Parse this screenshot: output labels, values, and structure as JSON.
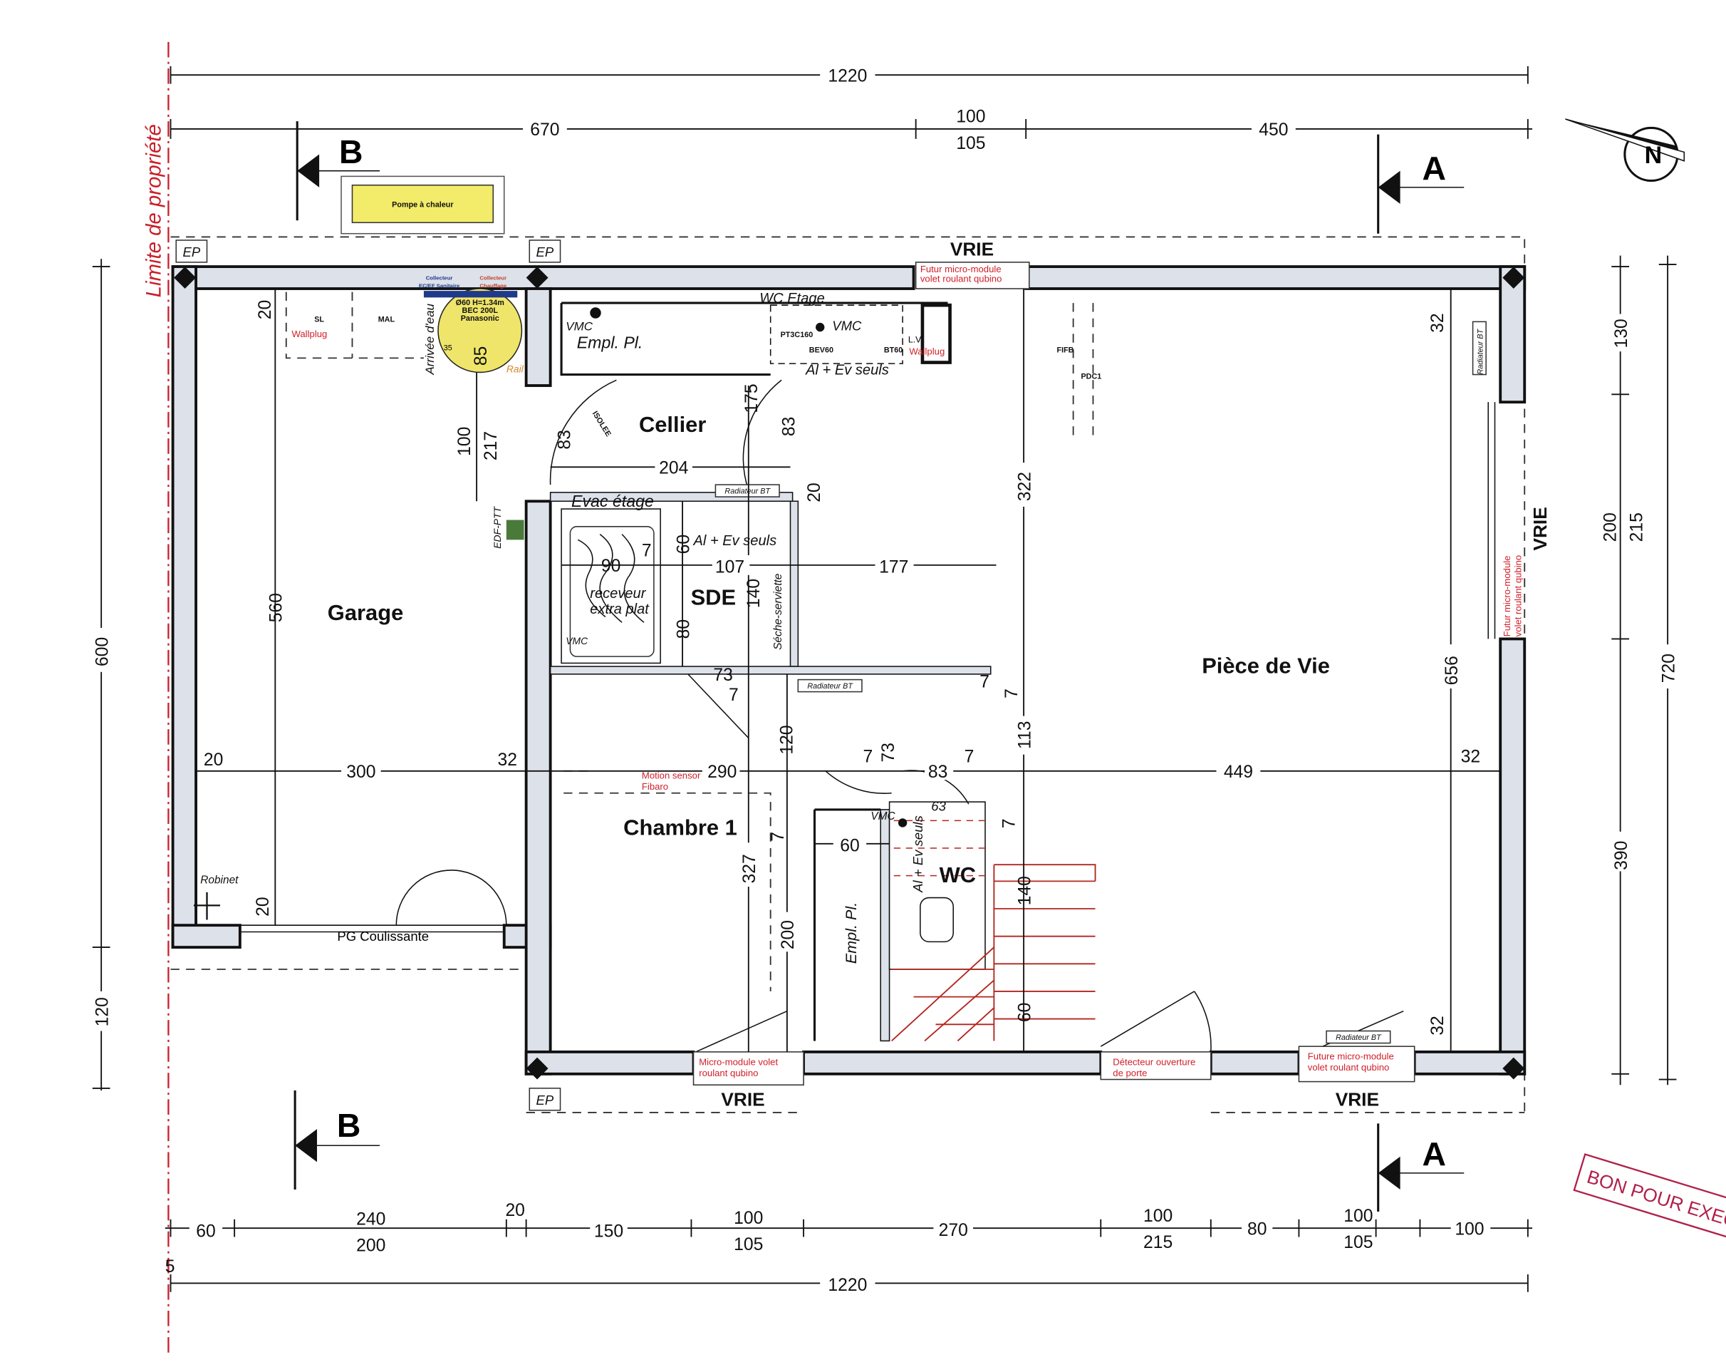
{
  "property_limit": "Limite de propriété",
  "section_marks": {
    "b": "B",
    "a": "A"
  },
  "heat_pump": "Pompe à chaleur",
  "rooms": {
    "garage": "Garage",
    "cellier": "Cellier",
    "sde": "SDE",
    "chambre": "Chambre 1",
    "wc": "WC",
    "piece_de_vie": "Pièce de Vie"
  },
  "facade": {
    "vrie": "VRIE",
    "ep": "EP"
  },
  "equipment": {
    "sl": "SL",
    "mal": "MAL",
    "collecteur_ecef": "Collecteur",
    "collecteur_ecef_2": "EC/EF Sanitaire",
    "collecteur_chauffage": "Collecteur",
    "collecteur_chauffage_2": "Chauffage",
    "ballon_1": "Ø60 H=1.34m",
    "ballon_2": "BEC 200L",
    "ballon_3": "Panasonic",
    "arrivee_eau": "Arrivée d'eau",
    "rail": "Rail",
    "vmc": "VMC",
    "empl_pl": "Empl. Pl.",
    "wc_etage": "WC Etage",
    "pt3c160": "PT3C160",
    "bev60": "BEV60",
    "bt60": "BT60",
    "lv": "L.V",
    "al_ev_seuls": "Al + Ev seuls",
    "fifb": "FIFB",
    "pdc1": "PDC1",
    "isolee": "ISOLEE",
    "evac_etage": "Evac étage",
    "receveur_1": "receveur",
    "receveur_2": "extra plat",
    "seche_serviette": "Séche-serviette",
    "radiateur_bt": "Radiateur BT",
    "edf_ptt": "EDF-PTT",
    "robinet": "Robinet",
    "pg_coulissante": "PG Coulissante"
  },
  "annotations": {
    "wallplug": "Wallplug",
    "futur_module_1": "Futur micro-module",
    "futur_module_2": "volet roulant qubino",
    "motion_1": "Motion sensor",
    "motion_2": "Fibaro",
    "micro_module_1": "Micro-module volet",
    "micro_module_2": "roulant qubino",
    "detecteur_1": "Détecteur ouverture",
    "detecteur_2": "de porte",
    "future_module_1": "Future micro-module",
    "future_module_2": "volet roulant qubino"
  },
  "stamp": "BON POUR EXECU",
  "dimensions": {
    "top": [
      "1220",
      "670",
      "100",
      "105",
      "450"
    ],
    "bottom": [
      "60",
      "240",
      "200",
      "20",
      "150",
      "100",
      "105",
      "270",
      "100",
      "215",
      "80",
      "100",
      "105",
      "100",
      "5",
      "1220"
    ],
    "left": [
      "600",
      "120"
    ],
    "right": [
      "130",
      "200",
      "215",
      "390",
      "720"
    ],
    "interior": [
      "20",
      "560",
      "20",
      "85",
      "35",
      "100",
      "217",
      "83",
      "83",
      "175",
      "204",
      "20",
      "322",
      "60",
      "90",
      "7",
      "107",
      "140",
      "80",
      "177",
      "73",
      "7",
      "120",
      "290",
      "300",
      "20",
      "32",
      "7",
      "73",
      "83",
      "7",
      "449",
      "32",
      "32",
      "656",
      "113",
      "7",
      "7",
      "63",
      "60",
      "140",
      "327",
      "7",
      "200",
      "60",
      "32",
      "7"
    ]
  }
}
